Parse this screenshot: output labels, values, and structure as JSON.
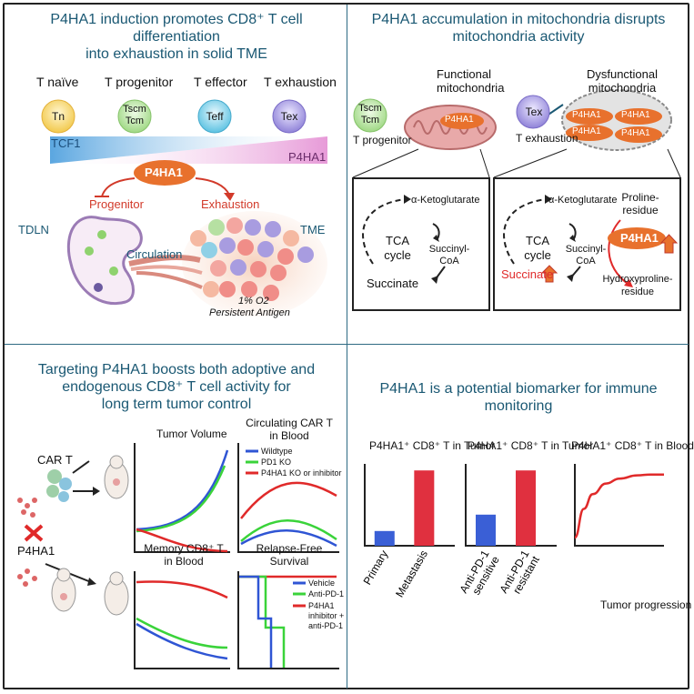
{
  "panels": {
    "top_left": {
      "title_line1": "P4HA1 induction promotes CD8⁺ T cell differentiation",
      "title_line2": "into exhaustion in solid TME",
      "stages": [
        {
          "header": "T naïve",
          "cell": "Tn",
          "color": "#f6d77f"
        },
        {
          "header": "T progenitor",
          "cell_line1": "Tscm",
          "cell_line2": "Tcm",
          "color": "#bfe3a8"
        },
        {
          "header": "T effector",
          "cell": "Teff",
          "color": "#8fd3e8"
        },
        {
          "header": "T exhaustion",
          "cell": "Tex",
          "color": "#a99fe0"
        }
      ],
      "gradient_left": "TCF1",
      "gradient_right": "P4HA1",
      "center_node": "P4HA1",
      "inhibits": "Progenitor",
      "promotes": "Exhaustion",
      "tdln": "TDLN",
      "tme": "TME",
      "circulation": "Circulation",
      "oxygen": "1% O2",
      "antigen": "Persistent Antigen"
    },
    "top_right": {
      "title_line1": "P4HA1 accumulation in mitochondria disrupts",
      "title_line2": "mitochondria activity",
      "functional_line1": "Functional",
      "functional_line2": "mitochondria",
      "dysfunctional_line1": "Dysfunctional",
      "dysfunctional_line2": "mitochondria",
      "prog_cell_line1": "Tscm",
      "prog_cell_line2": "Tcm",
      "prog_label": "T progenitor",
      "tex_cell": "Tex",
      "tex_label": "T exhaustion",
      "p4ha1": "P4HA1",
      "left_box": {
        "tca_line1": "TCA",
        "tca_line2": "cycle",
        "akg": "α-Ketoglutarate",
        "succcoa_line1": "Succinyl-",
        "succcoa_line2": "CoA",
        "succinate": "Succinate"
      },
      "right_box": {
        "tca_line1": "TCA",
        "tca_line2": "cycle",
        "akg": "α-Ketoglutarate",
        "succcoa_line1": "Succinyl-",
        "succcoa_line2": "CoA",
        "succinate": "Succinate",
        "proline_line1": "Proline-",
        "proline_line2": "residue",
        "p4ha1": "P4HA1",
        "hydroxy_line1": "Hydroxyproline-",
        "hydroxy_line2": "residue"
      }
    },
    "bottom_left": {
      "title_line1": "Targeting P4HA1 boosts both adoptive and",
      "title_line2": "endogenous CD8⁺ T cell activity for",
      "title_line3": "long term tumor control",
      "car_t": "CAR T",
      "p4ha1": "P4HA1",
      "chart_tumor_volume": "Tumor Volume",
      "chart_car_line1": "Circulating CAR T",
      "chart_car_line2": "in Blood",
      "chart_memory_line1": "Memory CD8⁺ T",
      "chart_memory_line2": "in Blood",
      "chart_relapse_line1": "Relapse-Free",
      "chart_relapse_line2": "Survival",
      "legend_top": [
        "Wildtype",
        "PD1 KO",
        "P4HA1 KO or inhibitor"
      ],
      "legend_bottom": [
        "Vehicle",
        "Anti-PD-1",
        "P4HA1 inhibitor + anti-PD-1"
      ],
      "legend_bottom_line3a": "P4HA1",
      "legend_bottom_line3b": "inhibitor +",
      "legend_bottom_line3c": "anti-PD-1",
      "colors": {
        "blue": "#2f55d4",
        "green": "#3ad33a",
        "red": "#e02a2a"
      }
    },
    "bottom_right": {
      "title_line1": "P4HA1 is a potential biomarker for immune",
      "title_line2": "monitoring"
    }
  },
  "chart_data": [
    {
      "type": "bar",
      "title": "P4HA1⁺ CD8⁺ T in Tumor",
      "categories": [
        "Primary",
        "Metastasis"
      ],
      "values": [
        0.18,
        0.92
      ],
      "colors": [
        "#3a5fd6",
        "#e0303f"
      ]
    },
    {
      "type": "bar",
      "title": "P4HA1⁺ CD8⁺ T in Tumor",
      "categories": [
        "Anti-PD-1 sensitive",
        "Anti-PD-1 resistant"
      ],
      "values": [
        0.38,
        0.92
      ],
      "colors": [
        "#3a5fd6",
        "#e0303f"
      ]
    },
    {
      "type": "line",
      "title": "P4HA1⁺ CD8⁺ T in Blood",
      "xlabel": "Tumor progression",
      "x": [
        0,
        0.1,
        0.2,
        0.35,
        0.5,
        0.7,
        0.85,
        1.0
      ],
      "y": [
        0.1,
        0.45,
        0.63,
        0.76,
        0.82,
        0.86,
        0.87,
        0.87
      ]
    }
  ]
}
